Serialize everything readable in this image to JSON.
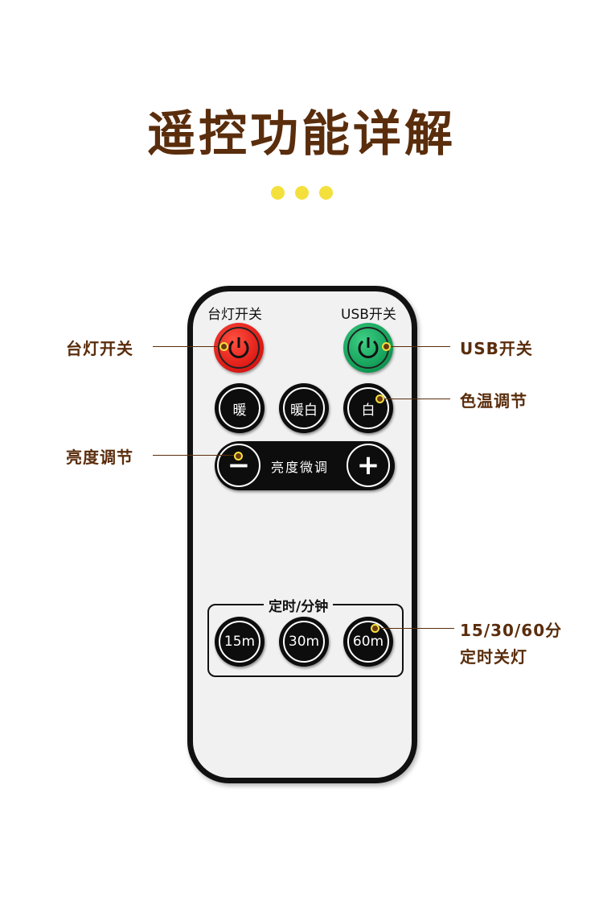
{
  "title": "遥控功能详解",
  "remote": {
    "lamp_power_label": "台灯开关",
    "usb_power_label": "USB开关",
    "color_buttons": [
      "暖",
      "暖白",
      "白"
    ],
    "brightness_label": "亮度微调",
    "minus": "−",
    "plus": "+",
    "timer_label": "定时/分钟",
    "timer_buttons": [
      "15m",
      "30m",
      "60m"
    ]
  },
  "callouts": {
    "lamp_power": "台灯开关",
    "usb_power": "USB开关",
    "color_temp": "色温调节",
    "brightness": "亮度调节",
    "timer_line1": "15/30/60分",
    "timer_line2": "定时关灯"
  },
  "colors": {
    "brand": "#5a2d0c",
    "accent": "#f4e03c",
    "lamp_power": "#e8231f",
    "usb_power": "#15a15a"
  }
}
